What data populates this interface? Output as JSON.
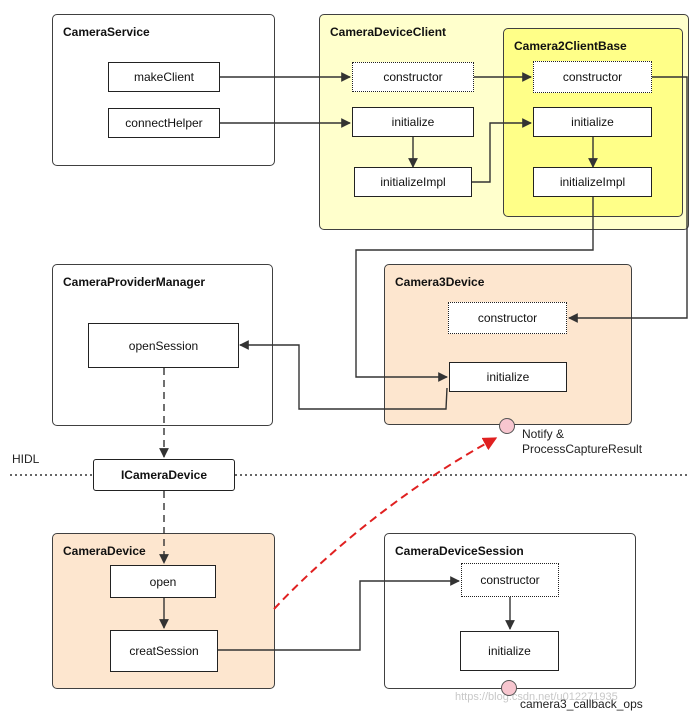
{
  "groups": {
    "camera_service": "CameraService",
    "camera_device_client": "CameraDeviceClient",
    "camera2_client_base": "Camera2ClientBase",
    "camera_provider_manager": "CameraProviderManager",
    "camera3_device": "Camera3Device",
    "camera_device": "CameraDevice",
    "camera_device_session": "CameraDeviceSession"
  },
  "nodes": {
    "make_client": "makeClient",
    "connect_helper": "connectHelper",
    "cdc_constructor": "constructor",
    "cdc_initialize": "initialize",
    "cdc_initialize_impl": "initializeImpl",
    "c2cb_constructor": "constructor",
    "c2cb_initialize": "initialize",
    "c2cb_initialize_impl": "initializeImpl",
    "open_session": "openSession",
    "c3d_constructor": "constructor",
    "c3d_initialize": "initialize",
    "icamera_device": "ICameraDevice",
    "open": "open",
    "creat_session": "creatSession",
    "cds_constructor": "constructor",
    "cds_initialize": "initialize"
  },
  "labels": {
    "hidl": "HIDL",
    "notify_line1": "Notify &",
    "notify_line2": "ProcessCaptureResult",
    "callback_ops": "camera3_callback_ops",
    "watermark": "https://blog.csdn.net/u012271935"
  },
  "colors": {
    "yellow_light": "#ffffcc",
    "yellow_strong": "#ffff88",
    "peach": "#fde6cf",
    "red_dashed": "#e02020",
    "endpoint_pink": "#f7c6cf"
  }
}
